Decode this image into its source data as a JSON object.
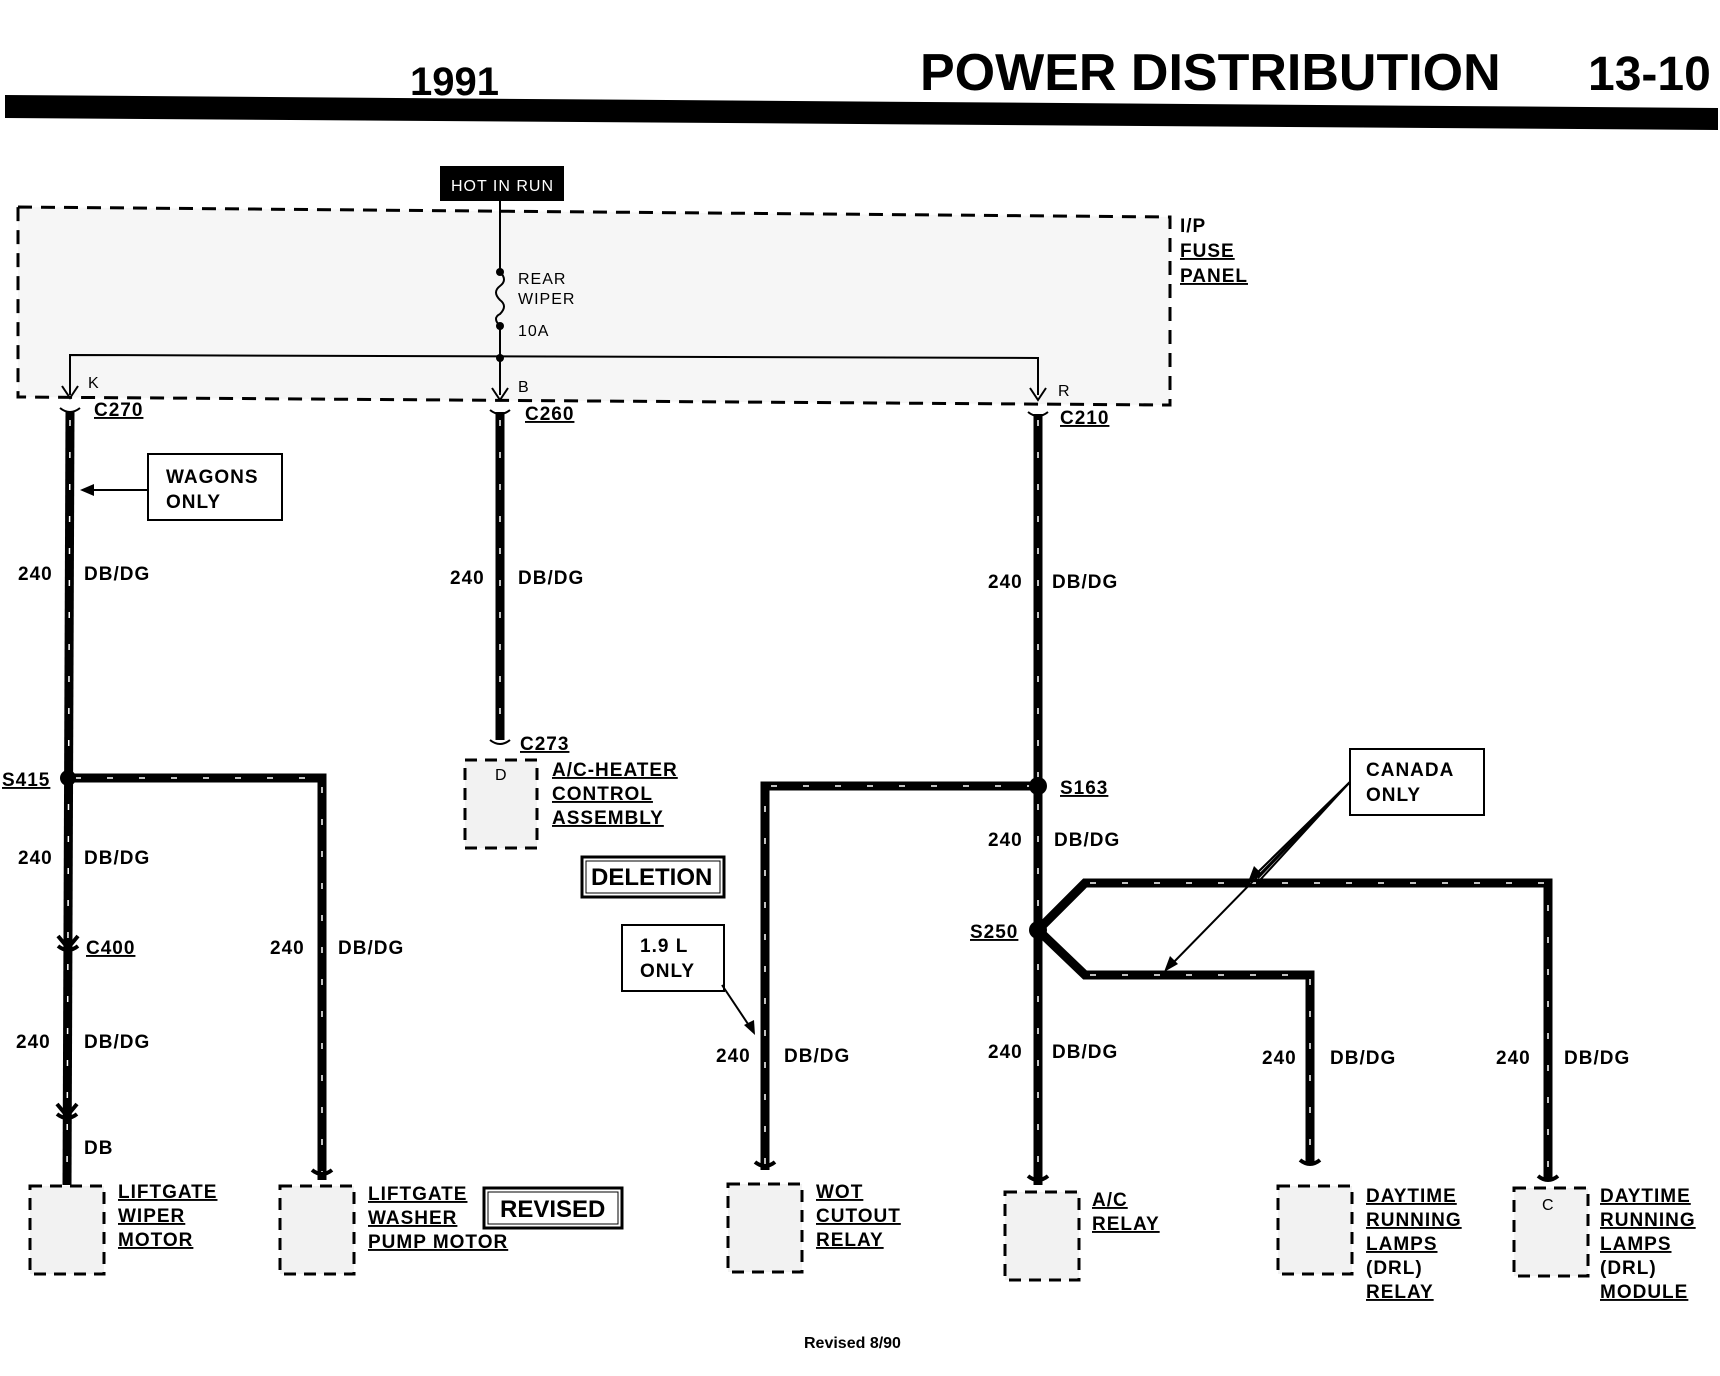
{
  "header": {
    "year": "1991",
    "title": "POWER DISTRIBUTION",
    "page": "13-10"
  },
  "footer": "Revised 8/90",
  "fuse_panel": {
    "source": "HOT IN RUN",
    "name_lines": [
      "I/P",
      "FUSE",
      "PANEL"
    ],
    "fuse_name_lines": [
      "REAR",
      "WIPER"
    ],
    "fuse_rating": "10A",
    "pins": [
      "K",
      "B",
      "R"
    ]
  },
  "connectors": {
    "c270": "C270",
    "c260": "C260",
    "c210": "C210",
    "c273": "C273",
    "c400": "C400"
  },
  "splices": {
    "s415": "S415",
    "s163": "S163",
    "s250": "S250"
  },
  "wire": {
    "circuit": "240",
    "color": "DB/DG"
  },
  "notes": {
    "wagons_only": [
      "WAGONS",
      "ONLY"
    ],
    "canada_only": [
      "CANADA",
      "ONLY"
    ],
    "l19_only": [
      "1.9 L",
      "ONLY"
    ],
    "deletion": "DELETION",
    "revised": "REVISED",
    "db_pin": "DB",
    "pin_d": "D",
    "pin_c": "C"
  },
  "components": {
    "ac_heater": [
      "A/C-HEATER",
      "CONTROL",
      "ASSEMBLY"
    ],
    "liftgate_wiper": [
      "LIFTGATE",
      "WIPER",
      "MOTOR"
    ],
    "liftgate_washer": [
      "LIFTGATE",
      "WASHER",
      "PUMP MOTOR"
    ],
    "wot_relay": [
      "WOT",
      "CUTOUT",
      "RELAY"
    ],
    "ac_relay": [
      "A/C",
      "RELAY"
    ],
    "drl_relay": [
      "DAYTIME",
      "RUNNING",
      "LAMPS",
      "(DRL)",
      "RELAY"
    ],
    "drl_module": [
      "DAYTIME",
      "RUNNING",
      "LAMPS",
      "(DRL)",
      "MODULE"
    ]
  }
}
